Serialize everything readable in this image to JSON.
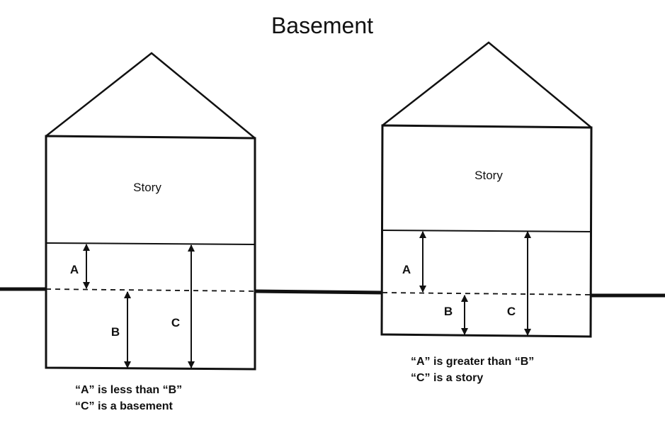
{
  "title": "Basement",
  "houses": [
    {
      "story_label": "Story",
      "dimension_labels": {
        "a": "A",
        "b": "B",
        "c": "C"
      },
      "caption_lines": [
        "“A” is less than “B”",
        "“C” is a basement"
      ]
    },
    {
      "story_label": "Story",
      "dimension_labels": {
        "a": "A",
        "b": "B",
        "c": "C"
      },
      "caption_lines": [
        "“A” is greater than “B”",
        "“C” is a story"
      ]
    }
  ]
}
